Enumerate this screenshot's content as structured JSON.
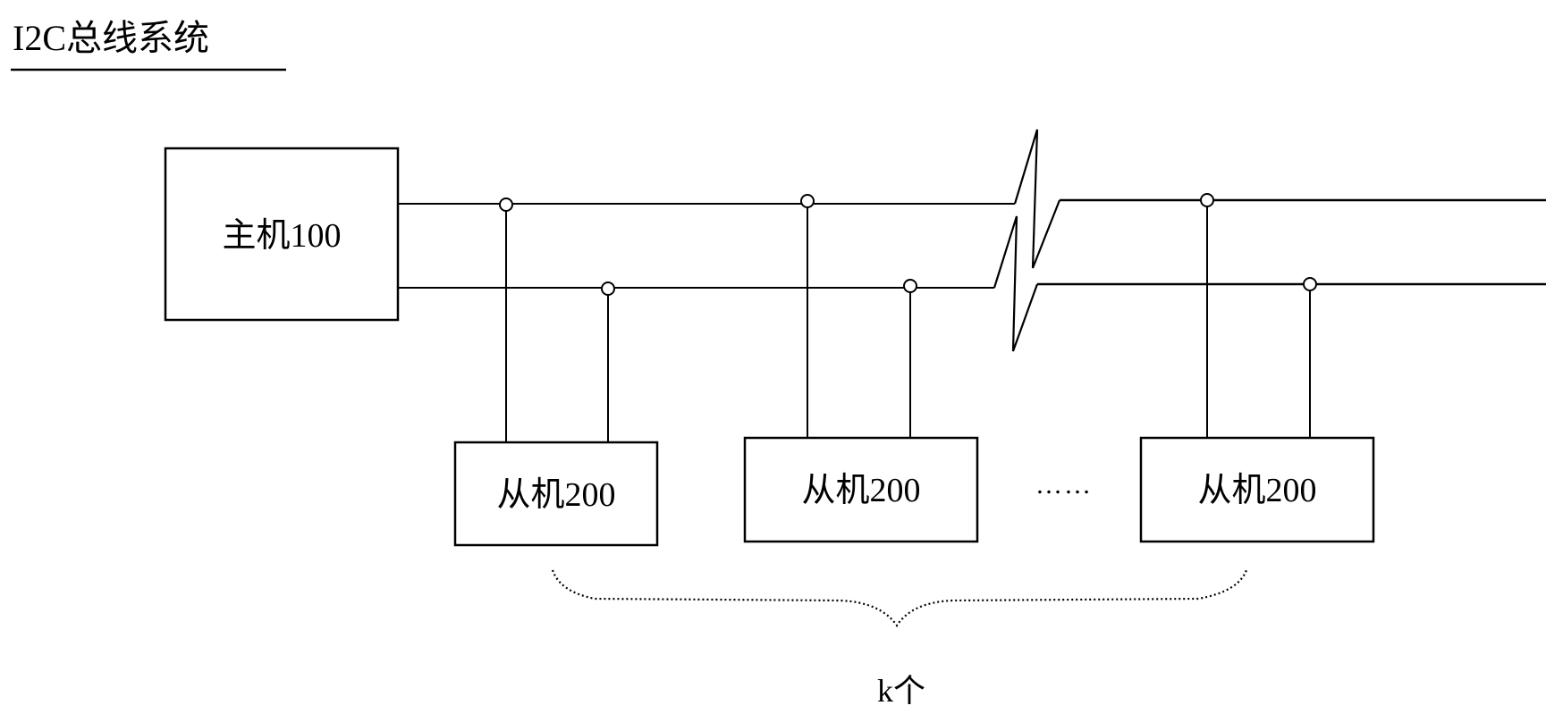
{
  "title": "I2C总线系统",
  "host": {
    "label": "主机100"
  },
  "slaves": [
    {
      "label": "从机200"
    },
    {
      "label": "从机200"
    },
    {
      "label": "从机200"
    }
  ],
  "ellipsis": "……",
  "count_label": "k个"
}
